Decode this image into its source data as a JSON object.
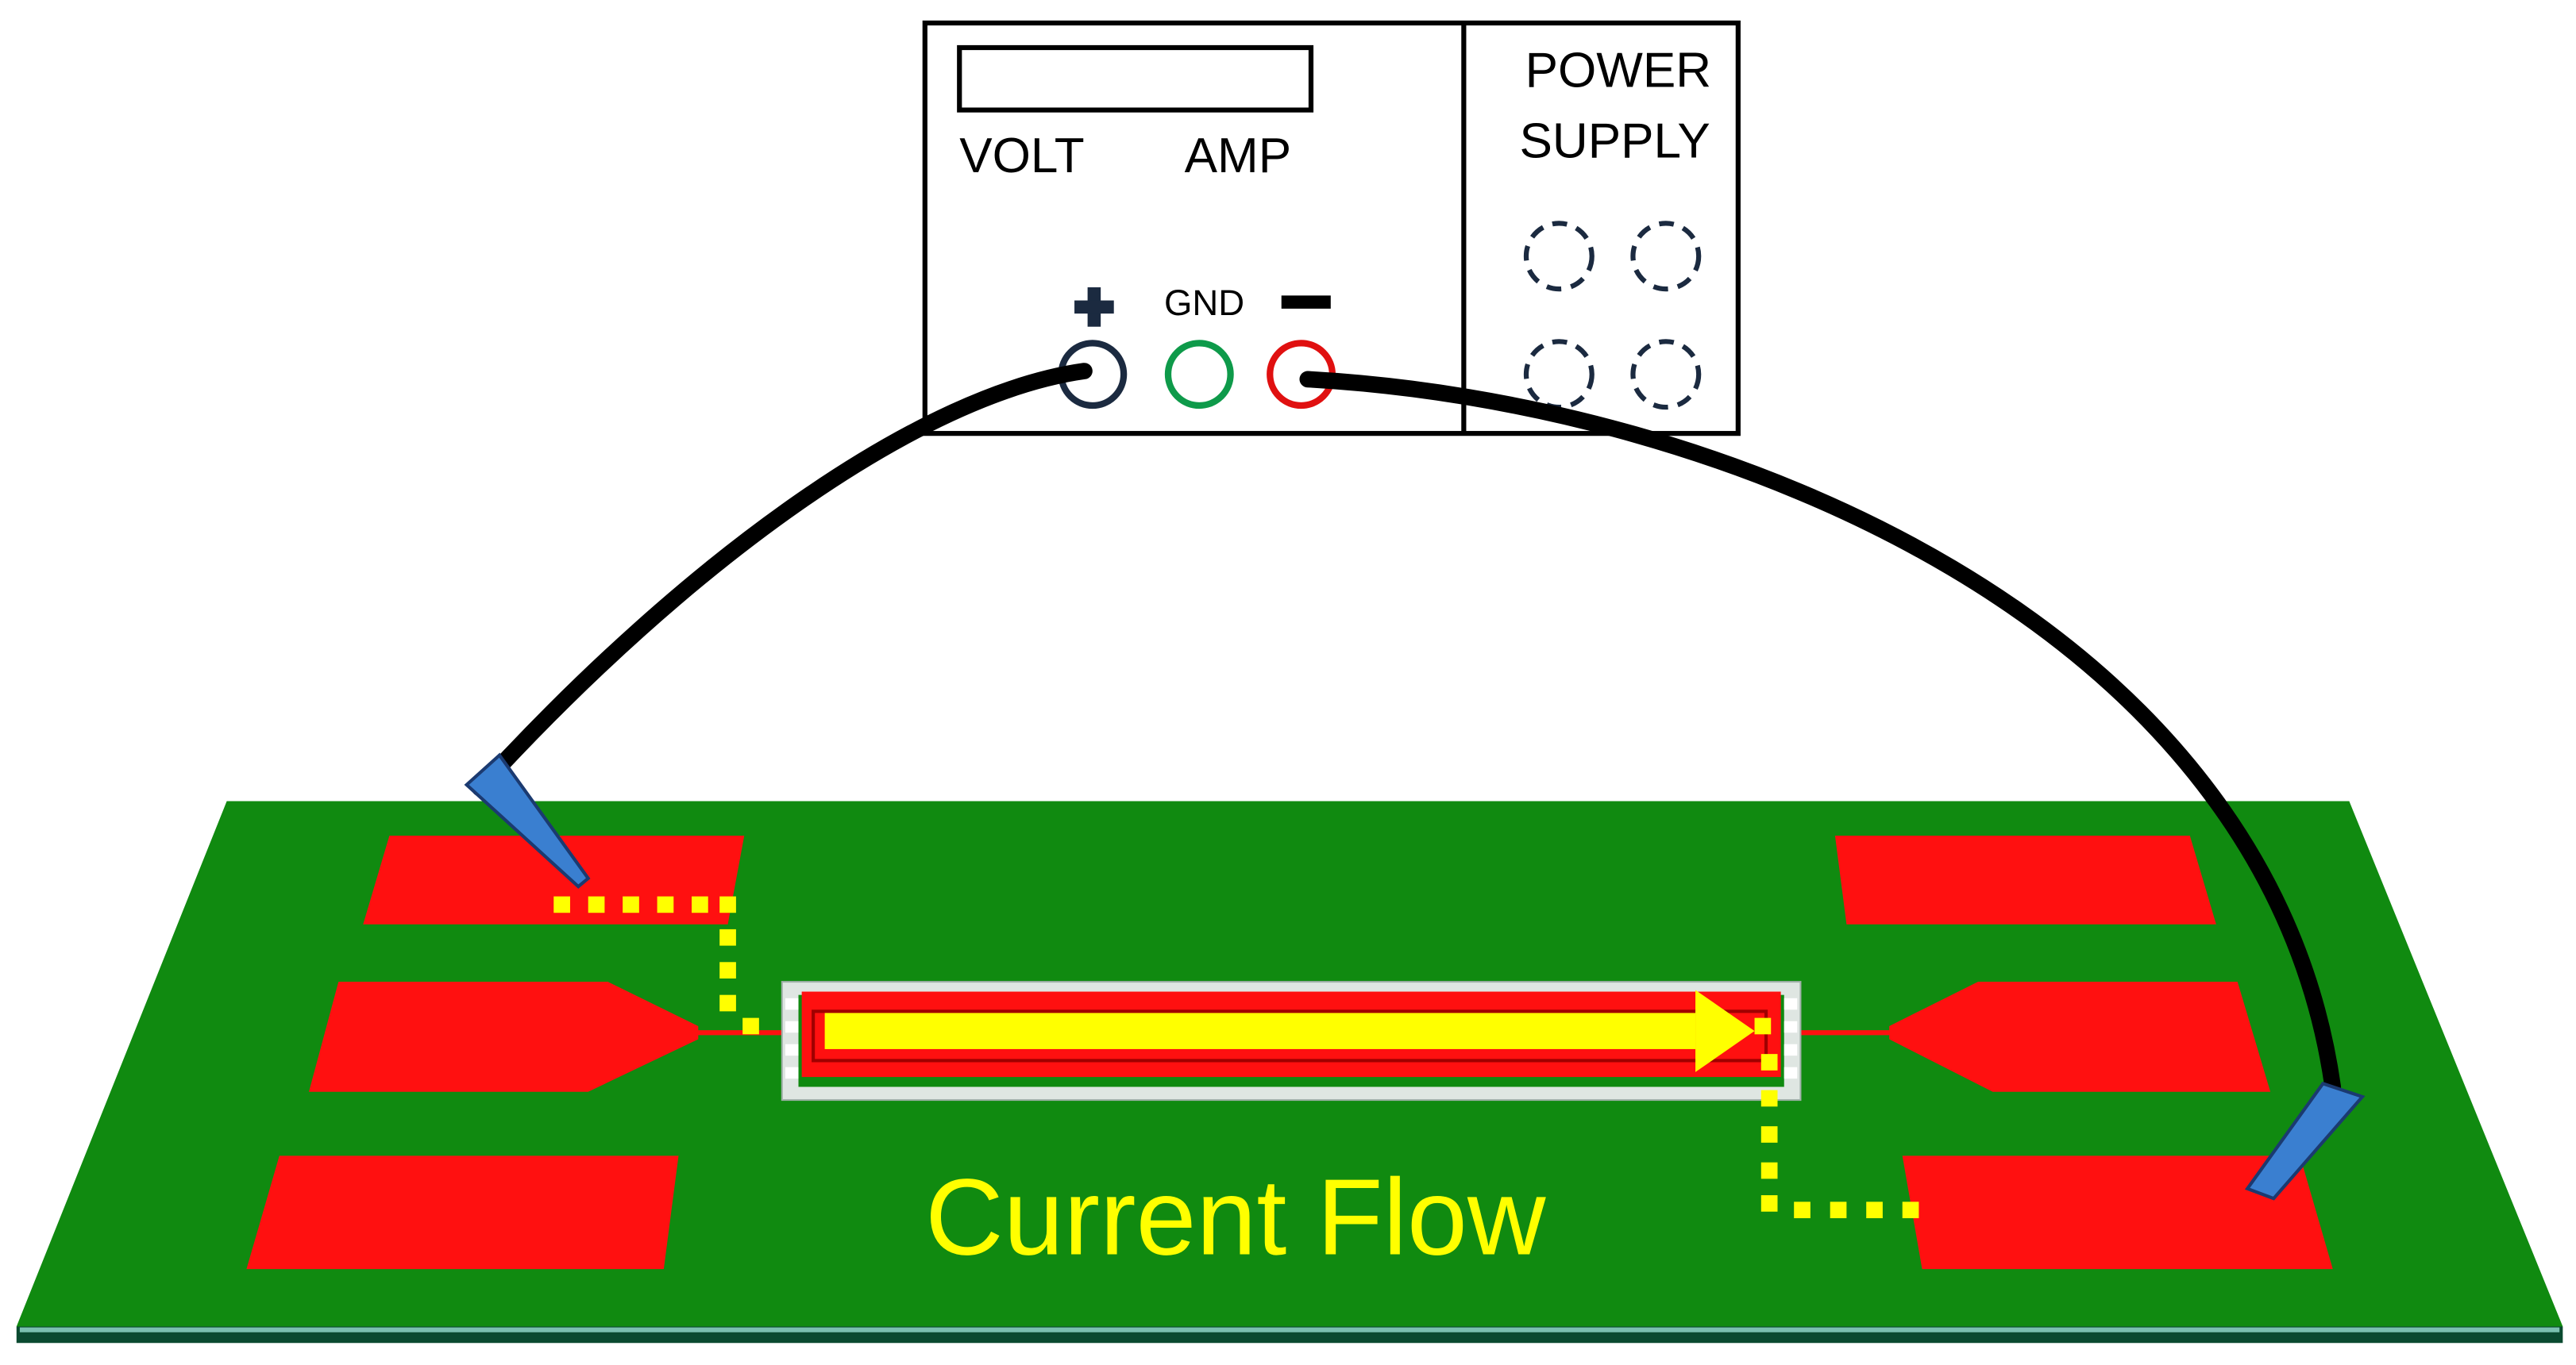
{
  "power_supply": {
    "volt_label": "VOLT",
    "amp_label": "AMP",
    "title_line1": "POWER",
    "title_line2": "SUPPLY",
    "gnd_label": "GND",
    "terminal_colors": {
      "positive": "#1b2a40",
      "ground": "#0e9a4a",
      "negative": "#e01010"
    }
  },
  "board": {
    "label": "Current Flow",
    "colors": {
      "board": "#108a10",
      "pad": "#ff1010",
      "flow": "#ffff00",
      "probe": "#3a7fd0",
      "wire": "#000000"
    }
  }
}
